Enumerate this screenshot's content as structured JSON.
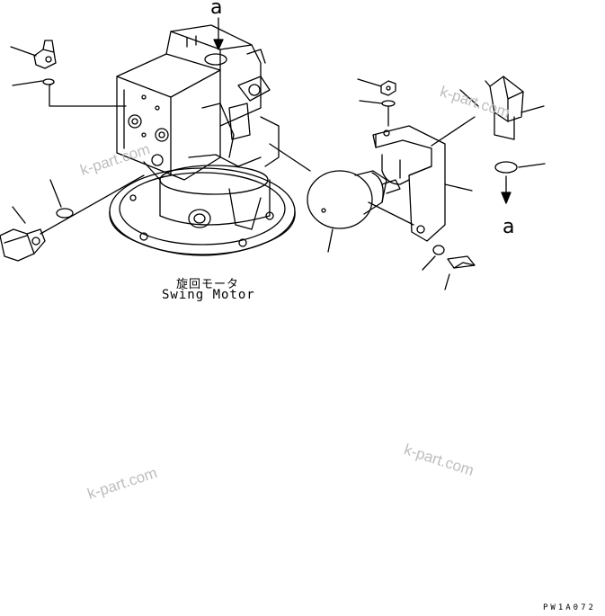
{
  "figure": {
    "ref_top": "a",
    "ref_right": "a",
    "caption_jp": "旋回モータ",
    "caption_en": "Swing Motor",
    "drawing_code": "PW1A072"
  },
  "watermarks": [
    "k-part.com",
    "k-part.com",
    "k-part.com",
    "k-part.com"
  ],
  "colors": {
    "line": "#000000",
    "watermark": "#bdbdbd"
  }
}
